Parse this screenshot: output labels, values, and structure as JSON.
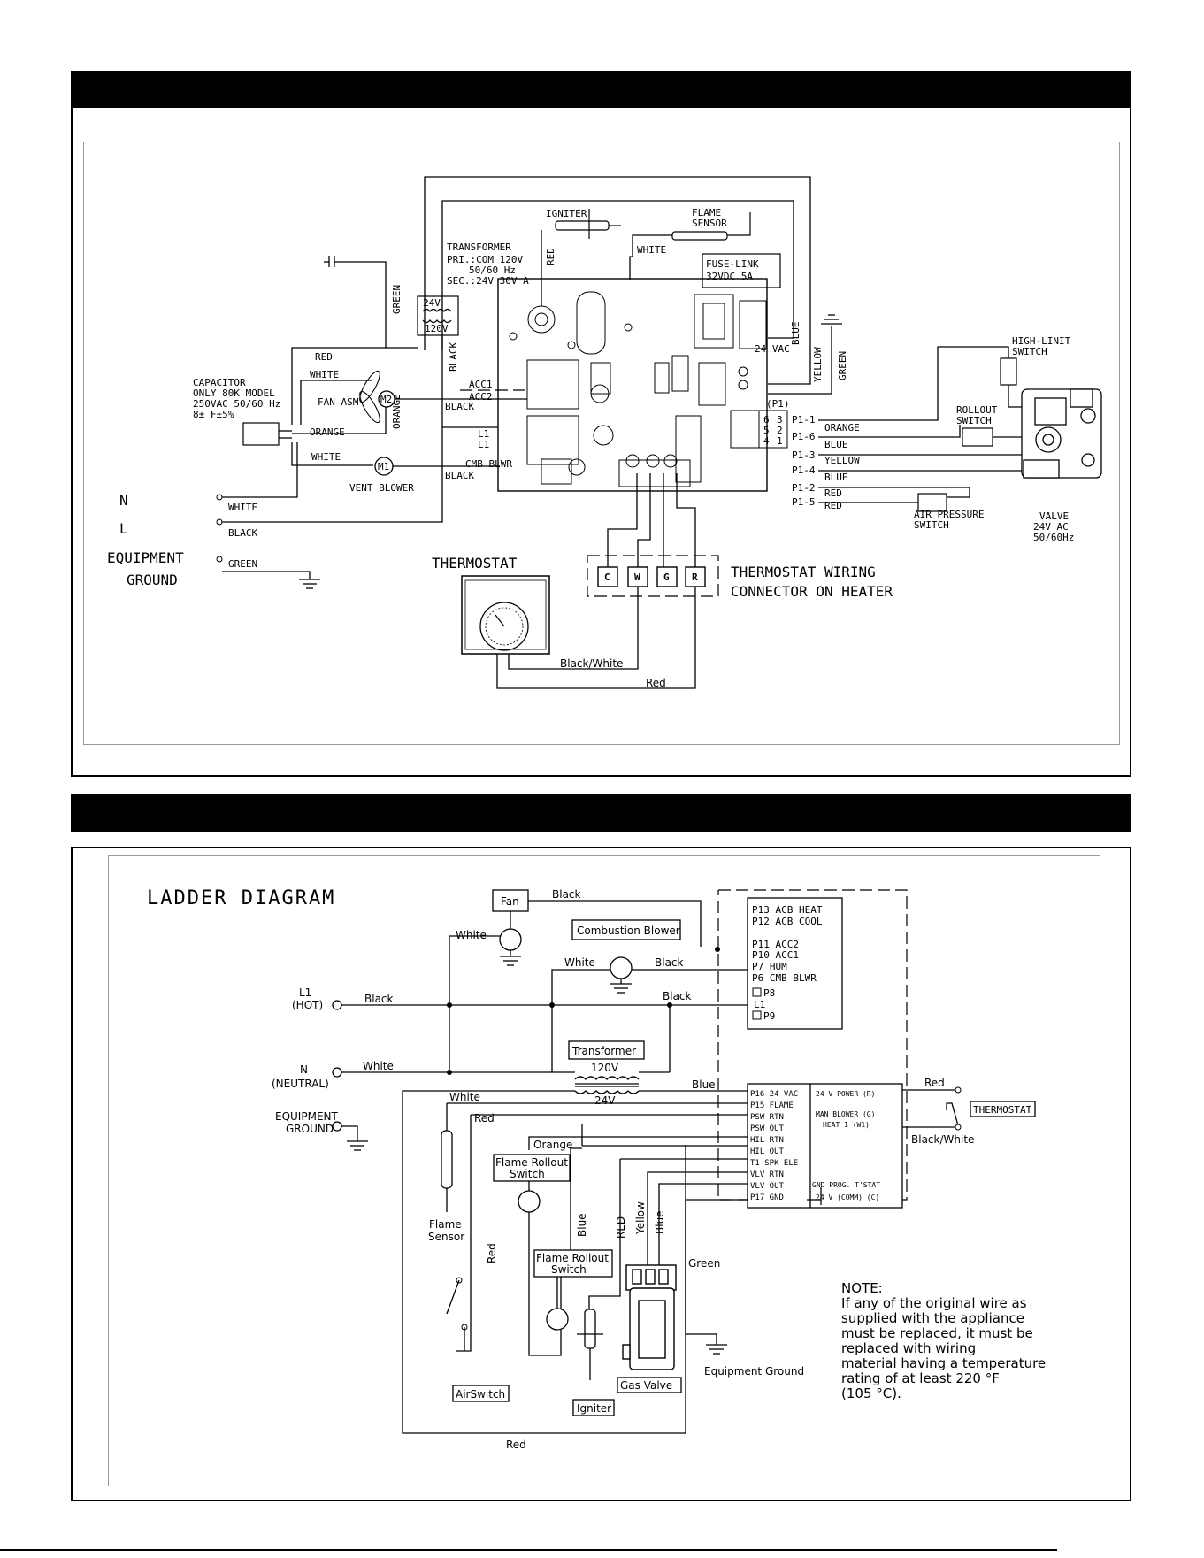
{
  "wiring": {
    "igniter": "IGNITER",
    "flame_sensor_1": "FLAME",
    "flame_sensor_2": "SENSOR",
    "white": "WHITE",
    "red": "RED",
    "green": "GREEN",
    "black": "BLACK",
    "orange": "ORANGE",
    "blue": "BLUE",
    "yellow": "YELLOW",
    "transformer": "TRANSFORMER",
    "transformer_pri": "PRI.:COM 120V",
    "transformer_hz": "50/60 Hz",
    "transformer_sec": "SEC.:24V 30V A",
    "v24": "24V",
    "v120": "120V",
    "fuse_link_1": "FUSE-LINK",
    "fuse_link_2": "32VDC 5A",
    "vac24": "24 VAC",
    "capacitor": "CAPACITOR",
    "capacitor_model": "ONLY 80K MODEL",
    "capacitor_rating": "250VAC 50/60 Hz",
    "capacitor_tol": "8± F±5%",
    "fan_asm": "FAN ASM",
    "m2": "M2",
    "m1": "M1",
    "vent_blower": "VENT BLOWER",
    "acc1": "ACC1",
    "acc2": "ACC2",
    "l1": "L1",
    "cmb_blwr": "CMB BLWR",
    "n_label": "N",
    "l_label": "L",
    "equipment": "EQUIPMENT",
    "ground": "GROUND",
    "thermostat": "THERMOSTAT",
    "term_c": "C",
    "term_w": "W",
    "term_g": "G",
    "term_r": "R",
    "tstat_conn_1": "THERMOSTAT WIRING",
    "tstat_conn_2": "CONNECTOR ON HEATER",
    "black_white": "Black/White",
    "red_lc": "Red",
    "p1": "(P1)",
    "p1_1": "P1-1",
    "p1_6": "P1-6",
    "p1_3": "P1-3",
    "p1_4": "P1-4",
    "p1_2": "P1-2",
    "p1_5": "P1-5",
    "high_limit_1": "HIGH-LINIT",
    "high_limit_2": "SWITCH",
    "rollout_1": "ROLLOUT",
    "rollout_2": "SWITCH",
    "air_pressure_1": "AIR PRESSURE",
    "air_pressure_2": "SWITCH",
    "valve_1": "VALVE",
    "valve_2": "24V AC",
    "valve_3": "50/60Hz"
  },
  "ladder": {
    "title": "LADDER DIAGRAM",
    "fan": "Fan",
    "black": "Black",
    "white": "White",
    "combustion_blower": "Combustion Blower",
    "l1": "L1",
    "hot": "(HOT)",
    "n": "N",
    "neutral": "(NEUTRAL)",
    "equipment": "EQUIPMENT",
    "ground": "GROUND",
    "transformer": "Transformer",
    "v120": "120V",
    "v24": "24V",
    "blue": "Blue",
    "red": "Red",
    "orange": "Orange",
    "yellow": "Yellow",
    "green": "Green",
    "red_caps": "RED",
    "flame_rollout": "Flame Rollout",
    "switch": "Switch",
    "flame": "Flame",
    "sensor": "Sensor",
    "air_switch": "AirSwitch",
    "igniter": "Igniter",
    "gas_valve": "Gas Valve",
    "equipment_ground": "Equipment Ground",
    "thermostat": "THERMOSTAT",
    "black_white": "Black/White",
    "p13": "P13  ACB  HEAT",
    "p12": "P12  ACB  COOL",
    "p11": "P11  ACC2",
    "p10": "P10  ACC1",
    "p7": "P7    HUM",
    "p6": "P6  CMB  BLWR",
    "p8": "P8",
    "l1b": "L1",
    "p9": "P9",
    "p16": "P16  24  VAC",
    "p15": "P15  FLAME",
    "psw_rtn": "PSW  RTN",
    "psw_out": "PSW  OUT",
    "hil_rtn": "HIL  RTN",
    "hil_out": "HIL  OUT",
    "t1_spk": "T1  SPK  ELE",
    "vlv_rtn": "VLV  RTN",
    "vlv_out": "VLV  OUT",
    "p17": "P17  GND",
    "v_power": "24 V POWER (R)",
    "man_blower": "MAN BLOWER (G)",
    "heat1": "HEAT 1 (W1)",
    "gnd_prog": "GND PROG. T'STAT",
    "v_comm": "24 V (COMM) (C)",
    "note_title": "NOTE:",
    "note_1": "If any of the original wire as",
    "note_2": "supplied with the appliance",
    "note_3": "must be replaced, it must be",
    "note_4": "replaced with wiring",
    "note_5": "material having a temperature",
    "note_6": "rating of at least 220 °F",
    "note_7": "(105 °C)."
  }
}
